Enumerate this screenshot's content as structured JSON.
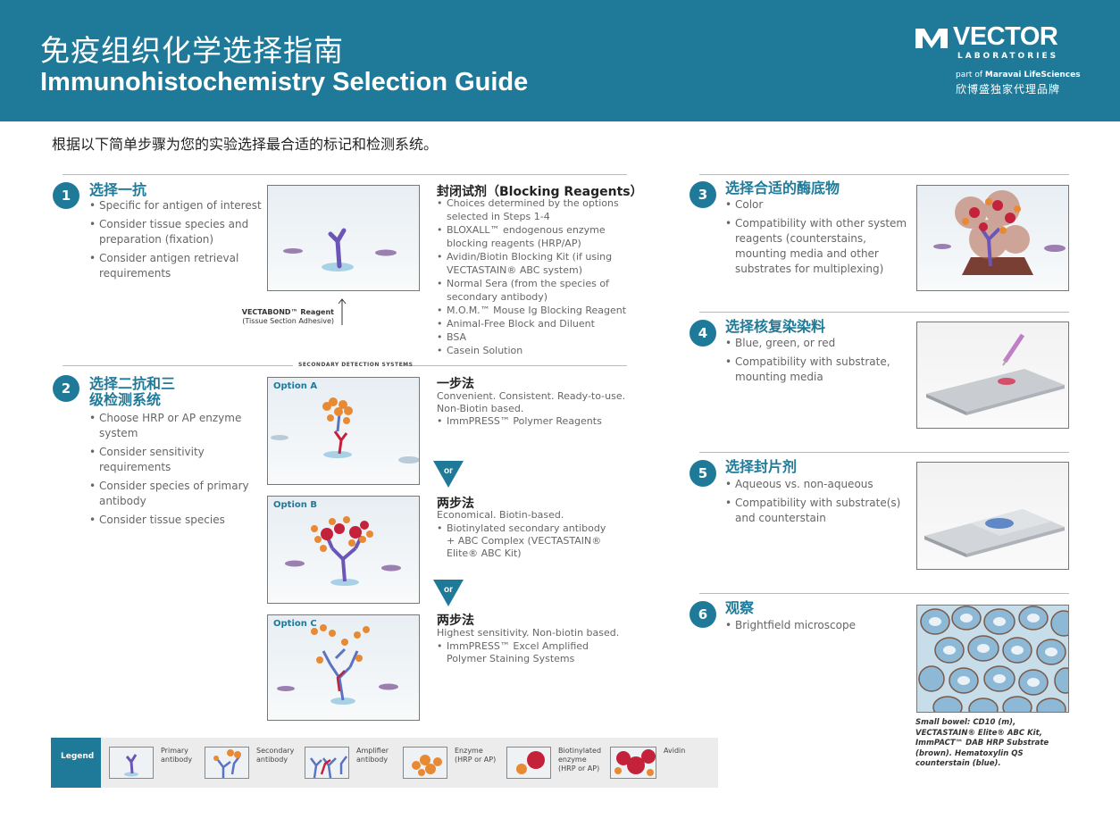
{
  "header": {
    "title_cn": "免疫组织化学选择指南",
    "title_en": "Immunohistochemistry Selection Guide",
    "logo": {
      "word": "VECTOR",
      "sub": "LABORATORIES",
      "part_prefix": "part of ",
      "part_brand": "Maravai LifeSciences",
      "cn": "欣博盛独家代理品牌"
    }
  },
  "intro": "根据以下简单步骤为您的实验选择最合适的标记和检测系统。",
  "steps": [
    {
      "num": "1",
      "title": "选择一抗",
      "bullets": [
        "Specific for antigen of interest",
        "Consider tissue species and preparation (fixation)",
        "Consider antigen retrieval requirements"
      ]
    },
    {
      "num": "2",
      "title_line1": "选择二抗和三",
      "title_line2": "级检测系统",
      "bullets": [
        "Choose HRP or AP enzyme system",
        "Consider sensitivity requirements",
        "Consider species of primary antibody",
        "Consider tissue species"
      ]
    },
    {
      "num": "3",
      "title": "选择合适的酶底物",
      "bullets": [
        "Color",
        "Compatibility with other system reagents (counterstains, mounting media and other substrates for multiplexing)"
      ]
    },
    {
      "num": "4",
      "title": "选择核复染染料",
      "bullets": [
        "Blue, green, or red",
        "Compatibility with substrate, mounting media"
      ]
    },
    {
      "num": "5",
      "title": "选择封片剂",
      "bullets": [
        "Aqueous vs. non-aqueous",
        "Compatibility with substrate(s) and counterstain"
      ]
    },
    {
      "num": "6",
      "title": "观察",
      "bullets": [
        "Brightfield microscope"
      ]
    }
  ],
  "vectabond": {
    "name": "VECTABOND™ Reagent",
    "sub": "(Tissue Section Adhesive)"
  },
  "blocking": {
    "title": "封闭试剂（Blocking Reagents）",
    "items": [
      "Choices determined by the options selected in Steps 1-4",
      "BLOXALL™ endogenous enzyme blocking reagents (HRP/AP)",
      "Avidin/Biotin Blocking Kit (if using VECTASTAIN® ABC system)",
      "Normal Sera (from the species of secondary antibody)",
      "M.O.M.™ Mouse Ig Blocking Reagent",
      "Animal-Free Block and Diluent",
      "BSA",
      "Casein Solution"
    ]
  },
  "secondary_label": "SECONDARY DETECTION SYSTEMS",
  "options": [
    {
      "label": "Option A",
      "heading": "一步法",
      "desc_line1": "Convenient. Consistent. Ready-to-use.",
      "desc_line2": "Non-Biotin based.",
      "bullet": "ImmPRESS™ Polymer Reagents"
    },
    {
      "label": "Option B",
      "heading": "两步法",
      "desc_line1": "Economical. Biotin-based.",
      "bullet": "Biotinylated secondary antibody + ABC Complex (VECTASTAIN® Elite® ABC Kit)"
    },
    {
      "label": "Option C",
      "heading": "两步法",
      "desc_line1": "Highest sensitivity. Non-biotin based.",
      "bullet": "ImmPRESS™ Excel Amplified Polymer Staining Systems"
    }
  ],
  "or_label": "or",
  "caption": "Small bowel: CD10 (m), VECTASTAIN® Elite® ABC Kit, ImmPACT™ DAB HRP Substrate (brown). Hematoxylin QS counterstain (blue).",
  "legend": {
    "title": "Legend",
    "items": [
      {
        "l1": "Primary",
        "l2": "antibody",
        "l3": ""
      },
      {
        "l1": "Secondary",
        "l2": "antibody",
        "l3": ""
      },
      {
        "l1": "Amplifier",
        "l2": "antibody",
        "l3": ""
      },
      {
        "l1": "Enzyme",
        "l2": "(HRP or AP)",
        "l3": ""
      },
      {
        "l1": "Biotinylated",
        "l2": "enzyme",
        "l3": "(HRP or AP)"
      },
      {
        "l1": "Avidin",
        "l2": "",
        "l3": ""
      }
    ]
  },
  "colors": {
    "brand": "#1f7a99",
    "primary_antibody": "#6b56b8",
    "enzyme": "#e88a34",
    "avidin": "#c4213a",
    "dab": "#6b2a1e",
    "hematoxylin": "#7fb3d3"
  }
}
